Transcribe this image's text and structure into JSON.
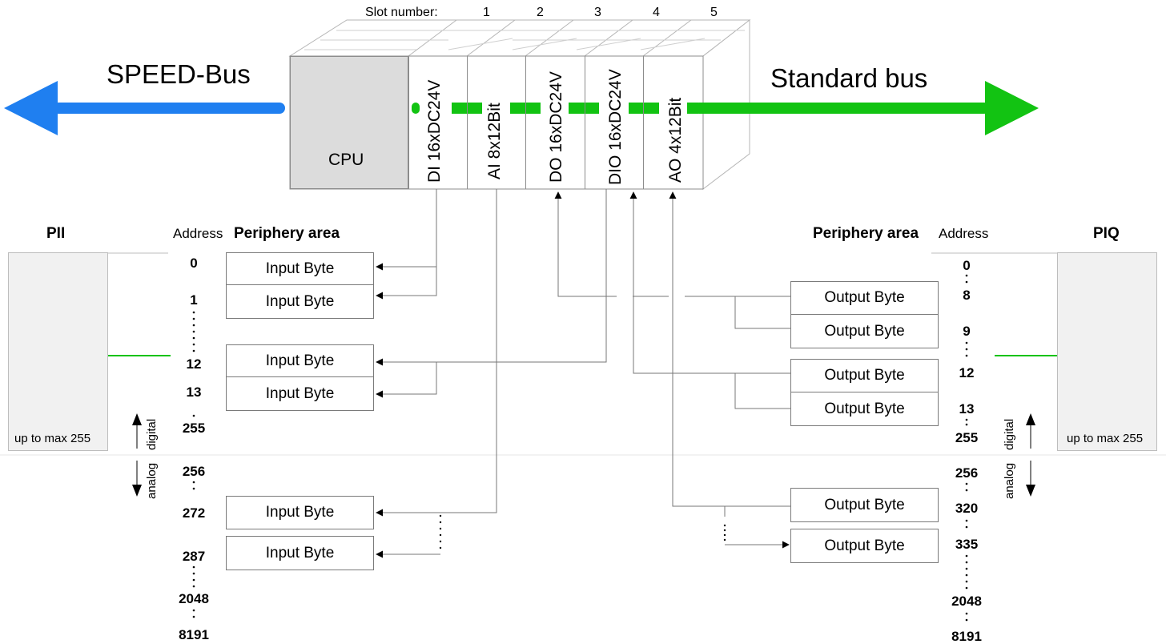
{
  "header": {
    "slot_label": "Slot number:",
    "slots": [
      "1",
      "2",
      "3",
      "4",
      "5"
    ]
  },
  "buses": {
    "left": "SPEED-Bus",
    "right": "Standard bus",
    "left_color": "#1f7ff0",
    "right_color": "#12c312"
  },
  "rack": {
    "cpu": "CPU",
    "modules": [
      "DI 16xDC24V",
      "AI 8x12Bit",
      "DO 16xDC24V",
      "DIO 16xDC24V",
      "AO 4x12Bit"
    ]
  },
  "left_side": {
    "title": "PII",
    "address_header": "Address",
    "periphery_header": "Periphery area",
    "max_label": "up to max 255",
    "addresses": [
      "0",
      "1",
      "12",
      "13",
      "255",
      "256",
      "272",
      "287",
      "2048",
      "8191"
    ],
    "boxes": [
      "Input Byte",
      "Input Byte",
      "Input Byte",
      "Input Byte",
      "Input Byte",
      "Input Byte"
    ],
    "digital_label": "digital",
    "analog_label": "analog"
  },
  "right_side": {
    "title": "PIQ",
    "address_header": "Address",
    "periphery_header": "Periphery area",
    "max_label": "up to max 255",
    "addresses": [
      "0",
      "8",
      "9",
      "12",
      "13",
      "255",
      "256",
      "320",
      "335",
      "2048",
      "8191"
    ],
    "boxes": [
      "Output Byte",
      "Output Byte",
      "Output Byte",
      "Output Byte",
      "Output Byte",
      "Output Byte"
    ],
    "digital_label": "digital",
    "analog_label": "analog"
  }
}
